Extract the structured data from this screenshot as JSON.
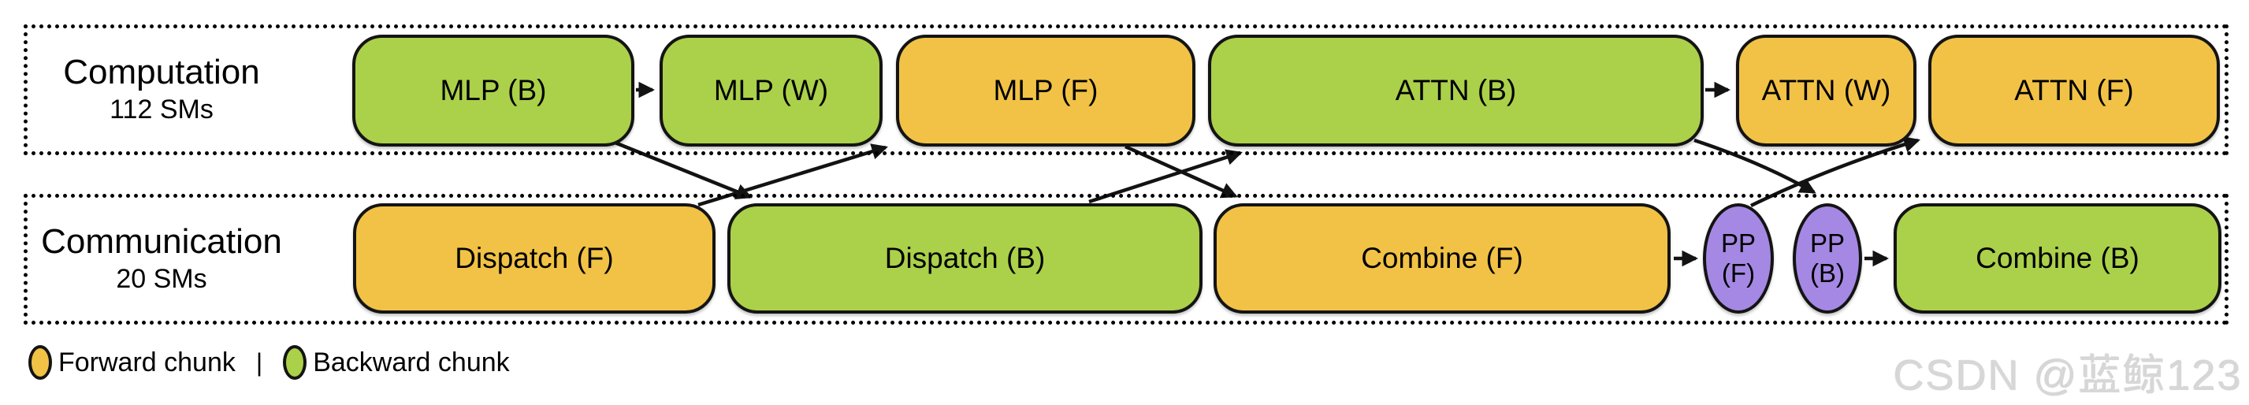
{
  "figure": {
    "computation": {
      "title": "Computation",
      "subtitle": "112 SMs",
      "blocks": [
        {
          "label": "MLP (B)",
          "type": "backward"
        },
        {
          "label": "MLP (W)",
          "type": "backward"
        },
        {
          "label": "MLP (F)",
          "type": "forward"
        },
        {
          "label": "ATTN (B)",
          "type": "backward"
        },
        {
          "label": "ATTN (W)",
          "type": "forward"
        },
        {
          "label": "ATTN (F)",
          "type": "forward"
        }
      ]
    },
    "communication": {
      "title": "Communication",
      "subtitle": "20 SMs",
      "blocks": [
        {
          "label": "Dispatch (F)",
          "type": "forward"
        },
        {
          "label": "Dispatch (B)",
          "type": "backward"
        },
        {
          "label": "Combine (F)",
          "type": "forward"
        },
        {
          "label": "PP (F)",
          "type": "pp"
        },
        {
          "label": "PP (B)",
          "type": "pp"
        },
        {
          "label": "Combine (B)",
          "type": "backward"
        }
      ]
    },
    "arrows": [
      {
        "from": "MLP (B)",
        "to": "MLP (W)"
      },
      {
        "from": "ATTN (B)",
        "to": "ATTN (W)"
      },
      {
        "from": "Combine (F)",
        "to": "PP (F)"
      },
      {
        "from": "PP (B)",
        "to": "Combine (B)"
      },
      {
        "from": "MLP (B)",
        "to": "Dispatch (B)"
      },
      {
        "from": "Dispatch (F)",
        "to": "MLP (F)"
      },
      {
        "from": "MLP (F)",
        "to": "Combine (F)"
      },
      {
        "from": "Dispatch (B)",
        "to": "ATTN (B)"
      },
      {
        "from": "ATTN (B)",
        "to": "PP (B)"
      },
      {
        "from": "PP (F)",
        "to": "ATTN (F)"
      }
    ],
    "legend": {
      "forward_label": "Forward chunk",
      "separator": "|",
      "backward_label": "Backward chunk"
    },
    "watermark": "CSDN @蓝鲸123",
    "palette": {
      "forward": "#F1C245",
      "backward": "#ABD04A",
      "pp": "#A588E3",
      "outline": "#141414"
    }
  }
}
